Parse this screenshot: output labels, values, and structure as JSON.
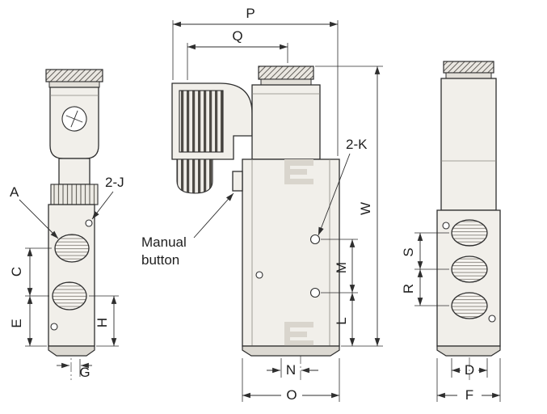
{
  "colors": {
    "line": "#2e2e2e",
    "body_fill": "#f1efea",
    "shade_fill": "#e2dfd8",
    "embossed_mark_fill": "#d9d5cd",
    "background": "#ffffff"
  },
  "left_view": {
    "label_A": "A",
    "label_2J": "2-J",
    "dim_C": "C",
    "dim_E": "E",
    "dim_G": "G",
    "dim_H": "H"
  },
  "front_view": {
    "dim_P": "P",
    "dim_Q": "Q",
    "label_2K": "2-K",
    "dim_W": "W",
    "dim_M": "M",
    "dim_L": "L",
    "dim_N": "N",
    "dim_O": "O",
    "manual_button_line1": "Manual",
    "manual_button_line2": "button"
  },
  "right_view": {
    "dim_S": "S",
    "dim_R": "R",
    "dim_D": "D",
    "dim_F": "F"
  }
}
